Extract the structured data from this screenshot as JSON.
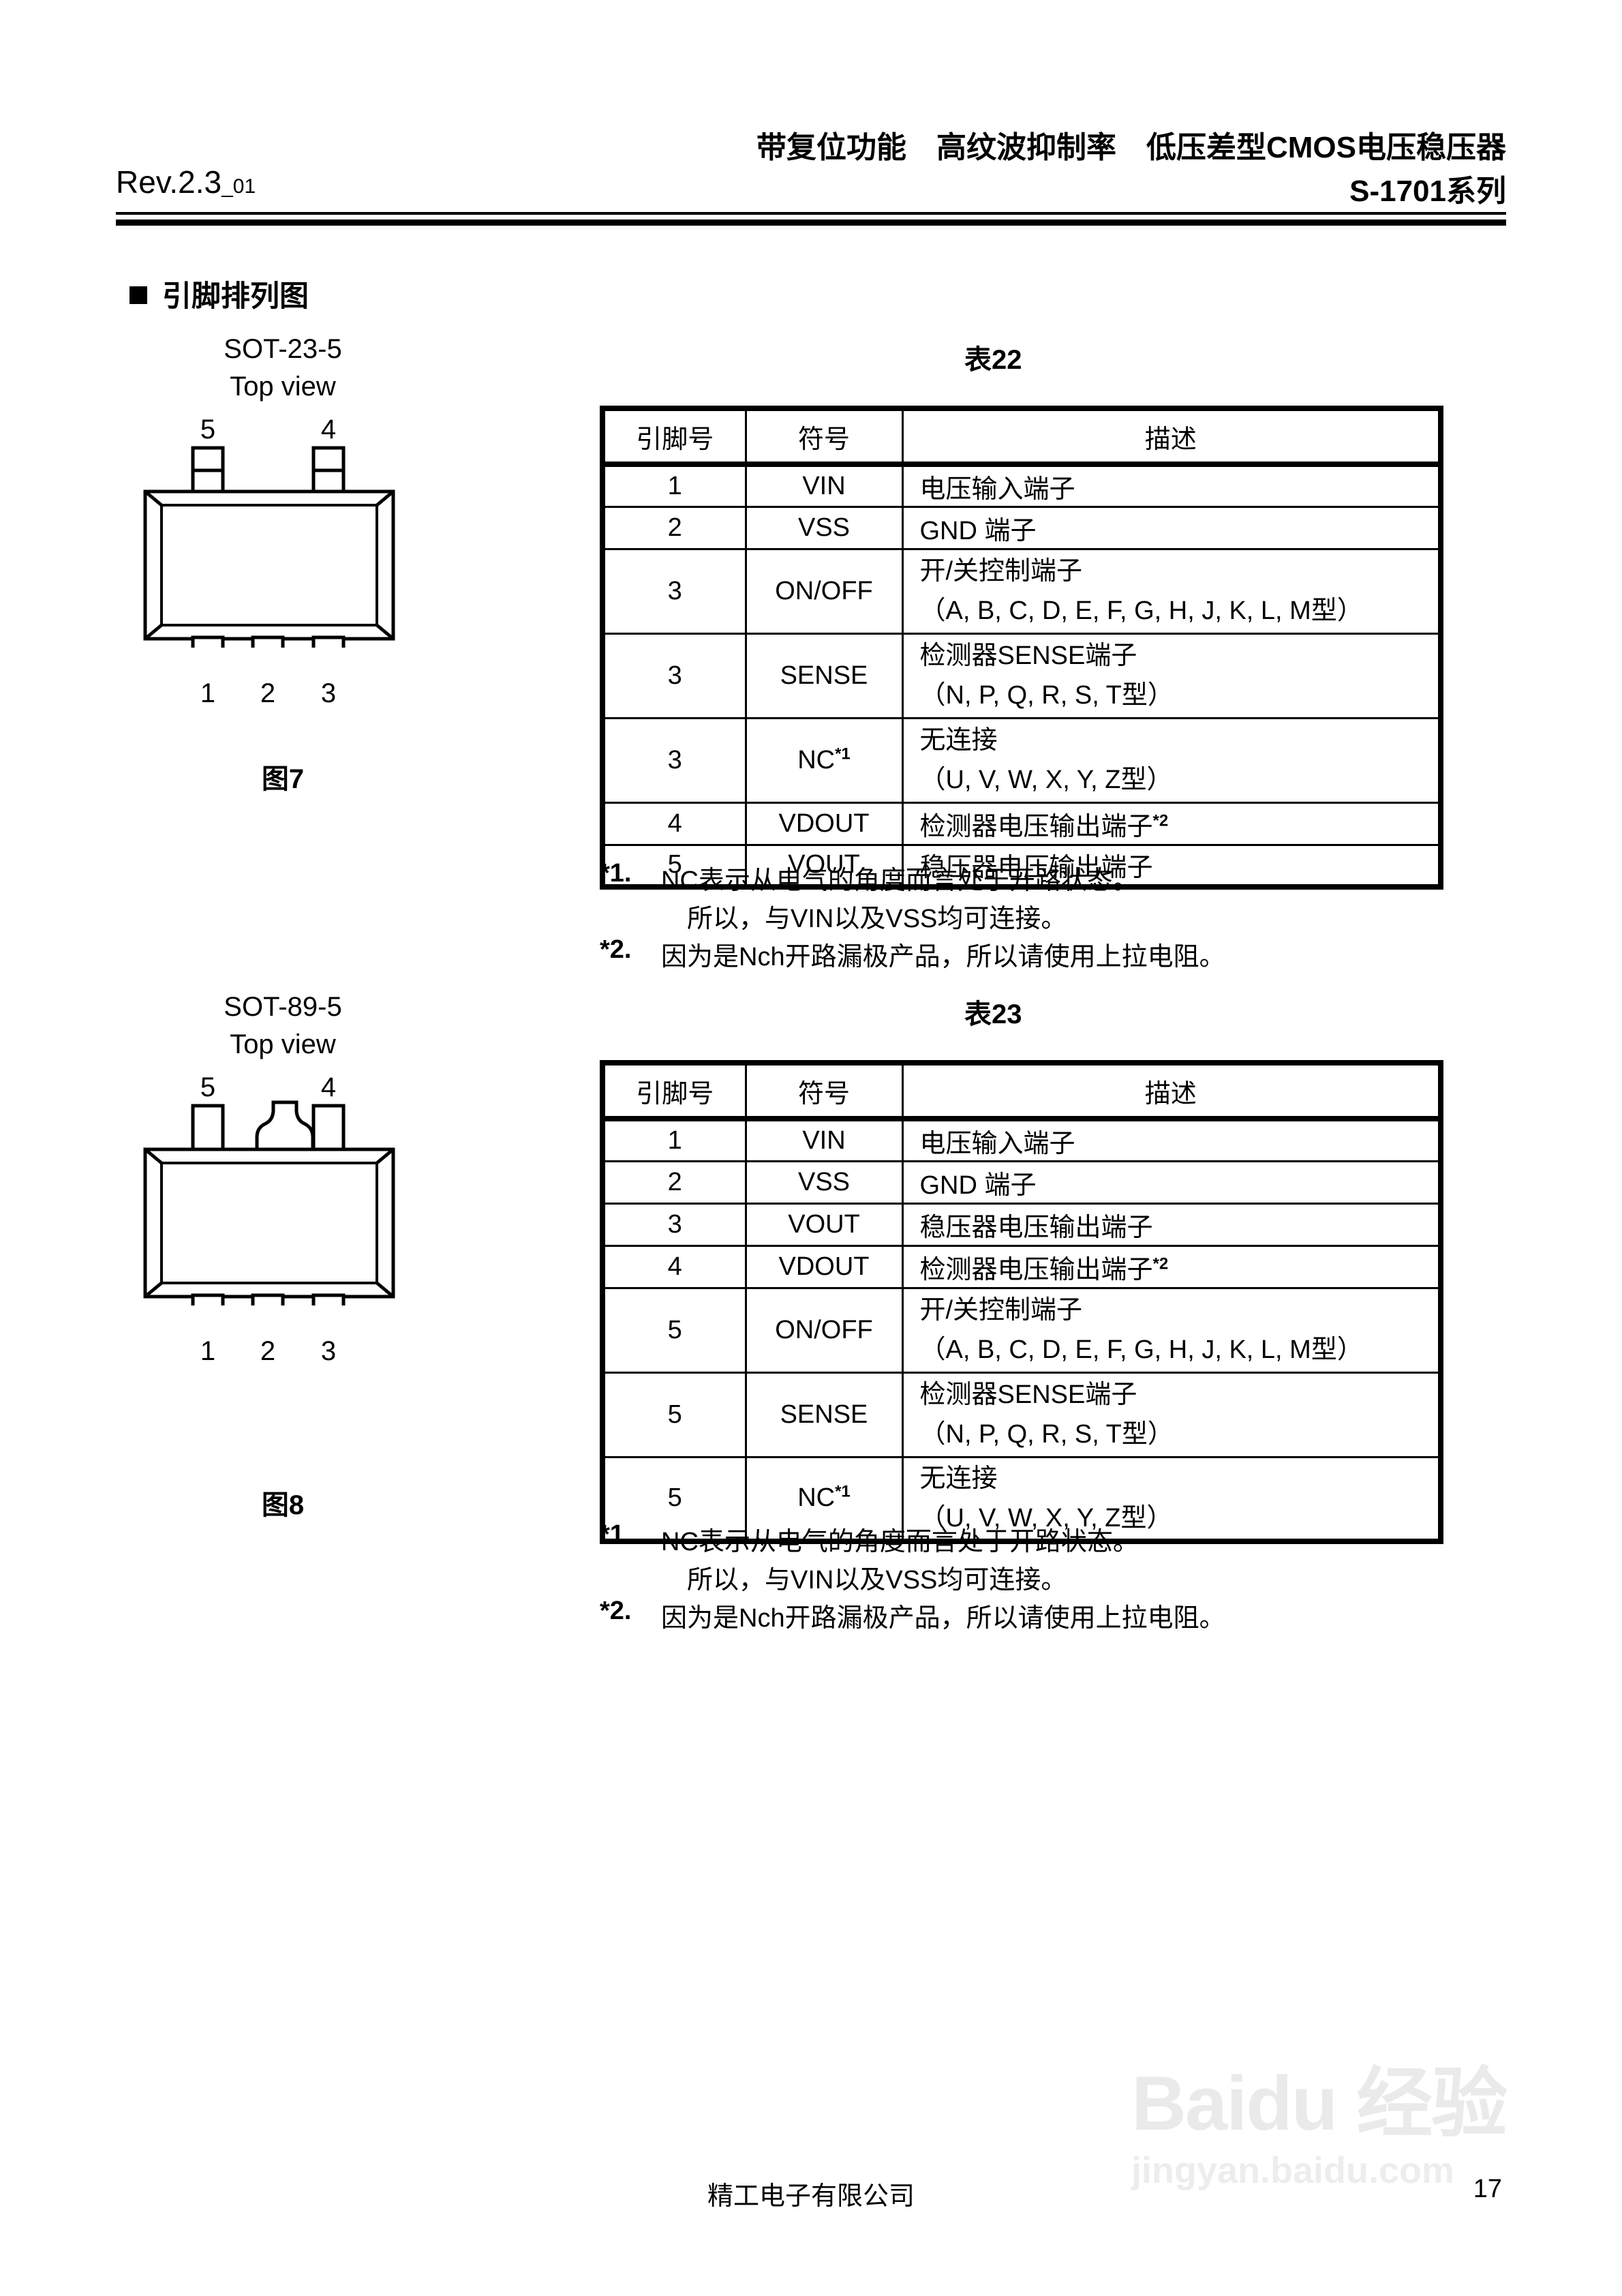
{
  "header": {
    "title_line1": "带复位功能　高纹波抑制率　低压差型CMOS电压稳压器",
    "title_line2": "S-1701系列",
    "rev_main": "Rev.2.3",
    "rev_sub": "_01"
  },
  "section": {
    "title": "引脚排列图"
  },
  "packages": [
    {
      "name": "SOT-23-5",
      "view": "Top view",
      "figure": "图7",
      "pins_top": [
        "5",
        "4"
      ],
      "pins_bottom": [
        "1",
        "2",
        "3"
      ]
    },
    {
      "name": "SOT-89-5",
      "view": "Top view",
      "figure": "图8",
      "pins_top": [
        "5",
        "4"
      ],
      "pins_bottom": [
        "1",
        "2",
        "3"
      ]
    }
  ],
  "tables": [
    {
      "caption": "表22",
      "columns": [
        "引脚号",
        "符号",
        "描述"
      ],
      "rows": [
        {
          "pin": "1",
          "symbol": "VIN",
          "sym_sup": "",
          "desc1": "电压输入端子",
          "desc1_sup": "",
          "desc2": ""
        },
        {
          "pin": "2",
          "symbol": "VSS",
          "sym_sup": "",
          "desc1": "GND 端子",
          "desc1_sup": "",
          "desc2": ""
        },
        {
          "pin": "3",
          "symbol": "ON/OFF",
          "sym_sup": "",
          "desc1": "开/关控制端子",
          "desc1_sup": "",
          "desc2": "（A, B, C, D, E, F, G, H, J, K, L, M型）"
        },
        {
          "pin": "3",
          "symbol": "SENSE",
          "sym_sup": "",
          "desc1": "检测器SENSE端子",
          "desc1_sup": "",
          "desc2": "（N, P, Q, R, S, T型）"
        },
        {
          "pin": "3",
          "symbol": "NC",
          "sym_sup": "*1",
          "desc1": "无连接",
          "desc1_sup": "",
          "desc2": "（U, V, W, X, Y, Z型）"
        },
        {
          "pin": "4",
          "symbol": "VDOUT",
          "sym_sup": "",
          "desc1": "检测器电压输出端子",
          "desc1_sup": "*2",
          "desc2": ""
        },
        {
          "pin": "5",
          "symbol": "VOUT",
          "sym_sup": "",
          "desc1": "稳压器电压输出端子",
          "desc1_sup": "",
          "desc2": ""
        }
      ],
      "footnotes": [
        {
          "mark": "*1.",
          "text": "NC表示从电气的角度而言处于开路状态。",
          "text2": "所以，与VIN以及VSS均可连接。"
        },
        {
          "mark": "*2.",
          "text": "因为是Nch开路漏极产品，所以请使用上拉电阻。",
          "text2": ""
        }
      ]
    },
    {
      "caption": "表23",
      "columns": [
        "引脚号",
        "符号",
        "描述"
      ],
      "rows": [
        {
          "pin": "1",
          "symbol": "VIN",
          "sym_sup": "",
          "desc1": "电压输入端子",
          "desc1_sup": "",
          "desc2": ""
        },
        {
          "pin": "2",
          "symbol": "VSS",
          "sym_sup": "",
          "desc1": "GND 端子",
          "desc1_sup": "",
          "desc2": ""
        },
        {
          "pin": "3",
          "symbol": "VOUT",
          "sym_sup": "",
          "desc1": "稳压器电压输出端子",
          "desc1_sup": "",
          "desc2": ""
        },
        {
          "pin": "4",
          "symbol": "VDOUT",
          "sym_sup": "",
          "desc1": "检测器电压输出端子",
          "desc1_sup": "*2",
          "desc2": ""
        },
        {
          "pin": "5",
          "symbol": "ON/OFF",
          "sym_sup": "",
          "desc1": "开/关控制端子",
          "desc1_sup": "",
          "desc2": "（A, B, C, D, E, F, G, H, J, K, L, M型）"
        },
        {
          "pin": "5",
          "symbol": "SENSE",
          "sym_sup": "",
          "desc1": "检测器SENSE端子",
          "desc1_sup": "",
          "desc2": "（N, P, Q, R, S, T型）"
        },
        {
          "pin": "5",
          "symbol": "NC",
          "sym_sup": "*1",
          "desc1": "无连接",
          "desc1_sup": "",
          "desc2": "（U, V, W, X, Y, Z型）"
        }
      ],
      "footnotes": [
        {
          "mark": "*1.",
          "text": "NC表示从电气的角度而言处于开路状态。",
          "text2": "所以，与VIN以及VSS均可连接。"
        },
        {
          "mark": "*2.",
          "text": "因为是Nch开路漏极产品，所以请使用上拉电阻。",
          "text2": ""
        }
      ]
    }
  ],
  "footer": {
    "company": "精工电子有限公司",
    "page_number": "17"
  },
  "watermark": {
    "main": "Baidu 经验",
    "sub": "jingyan.baidu.com"
  }
}
